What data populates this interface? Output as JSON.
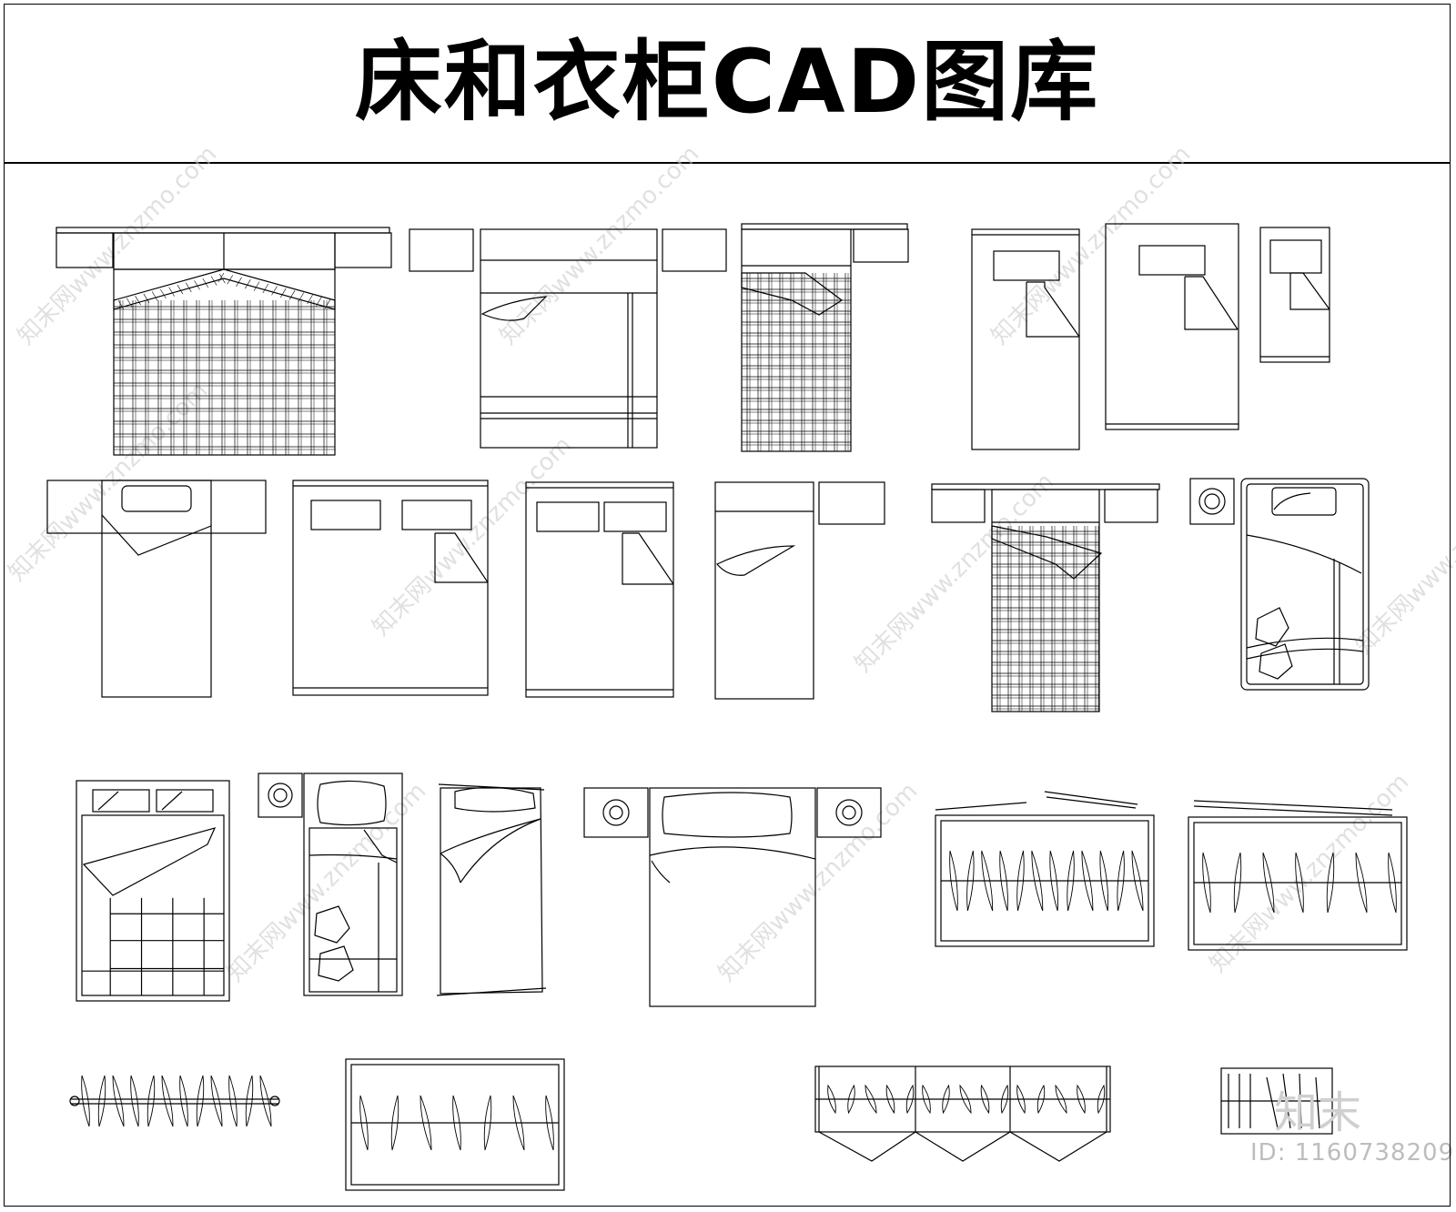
{
  "title": "床和衣柜CAD图库",
  "watermark": "知末网www.znzmo.com",
  "brand": "知末",
  "image_id": "ID: 1160738209",
  "colors": {
    "ink": "#000000",
    "watermark": "#c8c8c8",
    "background": "#ffffff"
  },
  "symbols": [
    "double-bed-plaid",
    "double-bed-striped",
    "bed-plaid-single-nightstand",
    "single-bed-a",
    "single-bed-b",
    "single-bed-narrow",
    "single-bed-nightstands",
    "double-bed-two-pillows",
    "double-bed-two-pillows-b",
    "single-bed-side-table",
    "bed-plaid-nightstands",
    "bed-with-lamp-table",
    "double-bed-grid-blanket",
    "single-bed-lamp-pillows",
    "sketch-single-bed",
    "double-bed-lamps",
    "wardrobe-hangers-a",
    "wardrobe-hangers-b",
    "hanging-rod",
    "wardrobe-hangers-c",
    "wardrobe-three-section",
    "wardrobe-small"
  ]
}
